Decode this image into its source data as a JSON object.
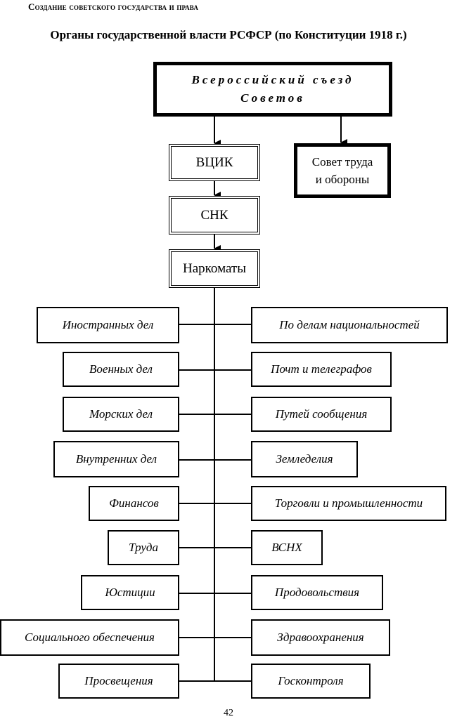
{
  "header": "Создание советского государства и права",
  "title": "Органы государственной власти РСФСР (по Конституции 1918 г.)",
  "top_box": {
    "line1": "Всероссийский съезд",
    "line2": "Советов"
  },
  "vcik": "ВЦИК",
  "sto": {
    "line1": "Совет труда",
    "line2": "и обороны"
  },
  "snk": "СНК",
  "narkomaty": "Наркоматы",
  "left_items": [
    "Иностранных дел",
    "Военных дел",
    "Морских дел",
    "Внутренних дел",
    "Финансов",
    "Труда",
    "Юстиции",
    "Социального обеспечения",
    "Просвещения"
  ],
  "right_items": [
    "По делам национальностей",
    "Почт и телеграфов",
    "Путей сообщения",
    "Земледелия",
    "Торговли и промышленности",
    "ВСНХ",
    "Продовольствия",
    "Здравоохранения",
    "Госконтроля"
  ],
  "page_number": "42"
}
